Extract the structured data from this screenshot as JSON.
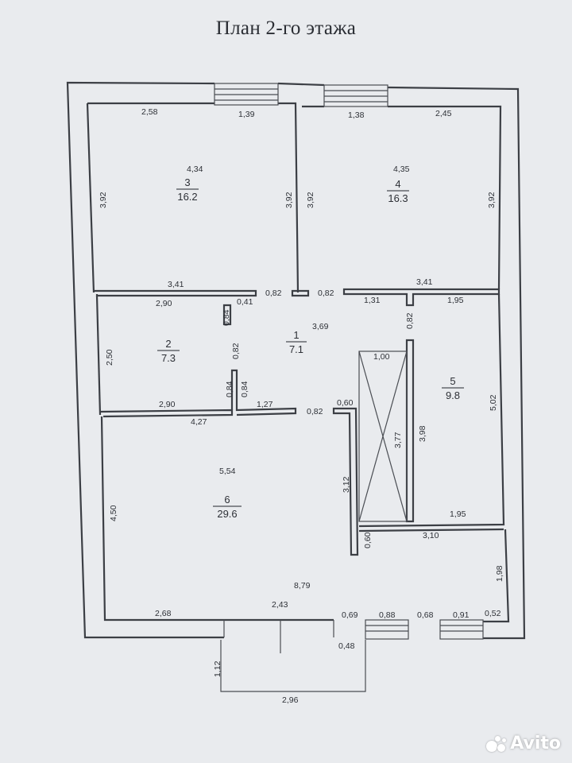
{
  "title": "План 2-го этажа",
  "watermark": "Avito",
  "rooms": [
    {
      "num": "3",
      "area": "16.2"
    },
    {
      "num": "4",
      "area": "16.3"
    },
    {
      "num": "2",
      "area": "7.3"
    },
    {
      "num": "1",
      "area": "7.1"
    },
    {
      "num": "5",
      "area": "9.8"
    },
    {
      "num": "6",
      "area": "29.6"
    }
  ],
  "dimensions": {
    "r3_top_left": "2,58",
    "r3_top_right": "1,39",
    "r3_inner": "4,34",
    "r3_left": "3,92",
    "r3_right": "3,92",
    "r3_bottom": "3,41",
    "r4_top_left": "1,38",
    "r4_top_right": "2,45",
    "r4_inner": "4,35",
    "r4_left": "3,92",
    "r4_right": "3,92",
    "r4_bottom": "3,41",
    "door_a": "0,82",
    "door_b": "0,82",
    "r2_top": "2,90",
    "r2_side": "0,41",
    "r2_v1": "0,84",
    "r2_left": "2,50",
    "r2_v2": "0,82",
    "r2_v3": "0,84",
    "r2_v4": "0,84",
    "r2_bottom": "2,90",
    "hall_1_31": "1,31",
    "hall_3_69": "3,69",
    "r5_top": "1,95",
    "r5_v": "0,82",
    "stair_w": "1,00",
    "stair_h": "3,77",
    "r5_left": "3,98",
    "r5_right": "5,02",
    "r6_top": "4,27",
    "hall_1_27": "1,27",
    "door_c": "0,82",
    "wall_0_60": "0,60",
    "r6_inner": "5,54",
    "r6_left": "4,50",
    "wall_3_12": "3,12",
    "r5_bottom": "1,95",
    "v_0_60": "0,60",
    "bath_top": "3,10",
    "bath_right": "1,98",
    "r6_long": "8,79",
    "bot_2_68": "2,68",
    "bot_2_43": "2,43",
    "bot_0_69": "0,69",
    "bot_0_88": "0,88",
    "bot_0_68": "0,68",
    "bot_0_91": "0,91",
    "bot_0_52": "0,52",
    "bot_0_48": "0,48",
    "balc_1_12": "1,12",
    "balc_2_96": "2,96"
  }
}
